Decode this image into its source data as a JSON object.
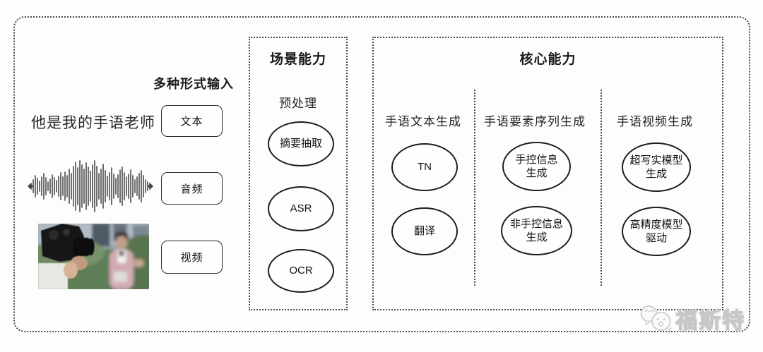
{
  "input": {
    "header": "多种形式输入",
    "sample_sentence": "他是我的手语老师",
    "types": [
      {
        "label": "文本"
      },
      {
        "label": "音频"
      },
      {
        "label": "视频"
      }
    ]
  },
  "scene": {
    "title": "场景能力",
    "stage_label": "预处理",
    "nodes": [
      {
        "lines": [
          "摘要抽取"
        ]
      },
      {
        "lines": [
          "ASR"
        ]
      },
      {
        "lines": [
          "OCR"
        ]
      }
    ]
  },
  "core": {
    "title": "核心能力",
    "columns": [
      {
        "label": "手语文本生成",
        "nodes": [
          {
            "lines": [
              "TN"
            ]
          },
          {
            "lines": [
              "翻译"
            ]
          }
        ]
      },
      {
        "label": "手语要素序列生成",
        "nodes": [
          {
            "lines": [
              "手控信息",
              "生成"
            ]
          },
          {
            "lines": [
              "非手控信息",
              "生成"
            ]
          }
        ]
      },
      {
        "label": "手语视频生成",
        "nodes": [
          {
            "lines": [
              "超写实模型",
              "生成"
            ]
          },
          {
            "lines": [
              "高精度模型",
              "驱动"
            ]
          }
        ]
      }
    ]
  },
  "watermark": {
    "brand": "福斯特"
  },
  "icons": {
    "waveform": "audio-waveform-icon",
    "photo": "reporter-filming-photo",
    "mascots": "mascot-faces-icon"
  },
  "colors": {
    "ink": "#1d1d1d",
    "dotted_border": "#4a4a4a",
    "watermark_gray": "#c7c7c7"
  }
}
